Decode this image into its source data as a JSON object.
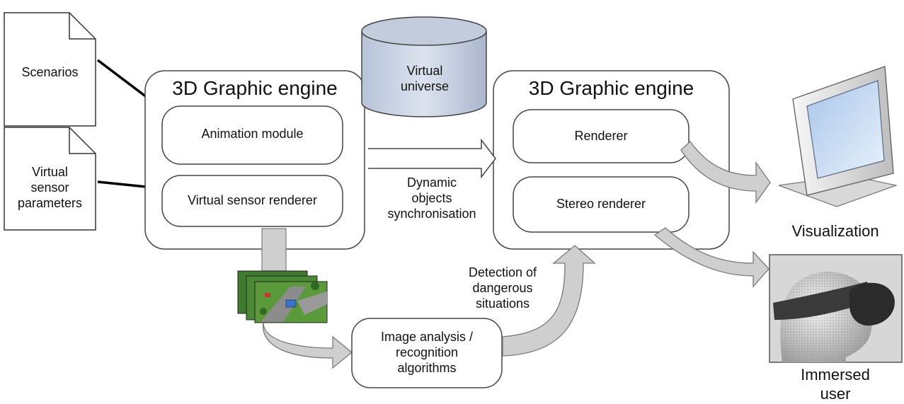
{
  "documents": {
    "scenarios": "Scenarios",
    "sensor_params": [
      "Virtual",
      "sensor",
      "parameters"
    ]
  },
  "engine_left": {
    "title": "3D Graphic engine",
    "animation_module": "Animation module",
    "virtual_sensor_renderer": "Virtual sensor renderer"
  },
  "database": {
    "label": [
      "Virtual",
      "universe"
    ],
    "color": "#c9d3e3"
  },
  "engine_right": {
    "title": "3D Graphic engine",
    "renderer": "Renderer",
    "stereo_renderer": "Stereo renderer"
  },
  "sync_label": [
    "Dynamic",
    "objects",
    "synchronisation"
  ],
  "detection_label": [
    "Detection of",
    "dangerous",
    "situations"
  ],
  "image_analysis": [
    "Image analysis /",
    "recognition",
    "algorithms"
  ],
  "outputs": {
    "visualization": "Visualization",
    "immersed_user": [
      "Immersed",
      "user"
    ]
  },
  "colors": {
    "arrow_fill": "#cfcfcf",
    "arrow_stroke": "#7a7a7a",
    "box_stroke": "#444444"
  }
}
